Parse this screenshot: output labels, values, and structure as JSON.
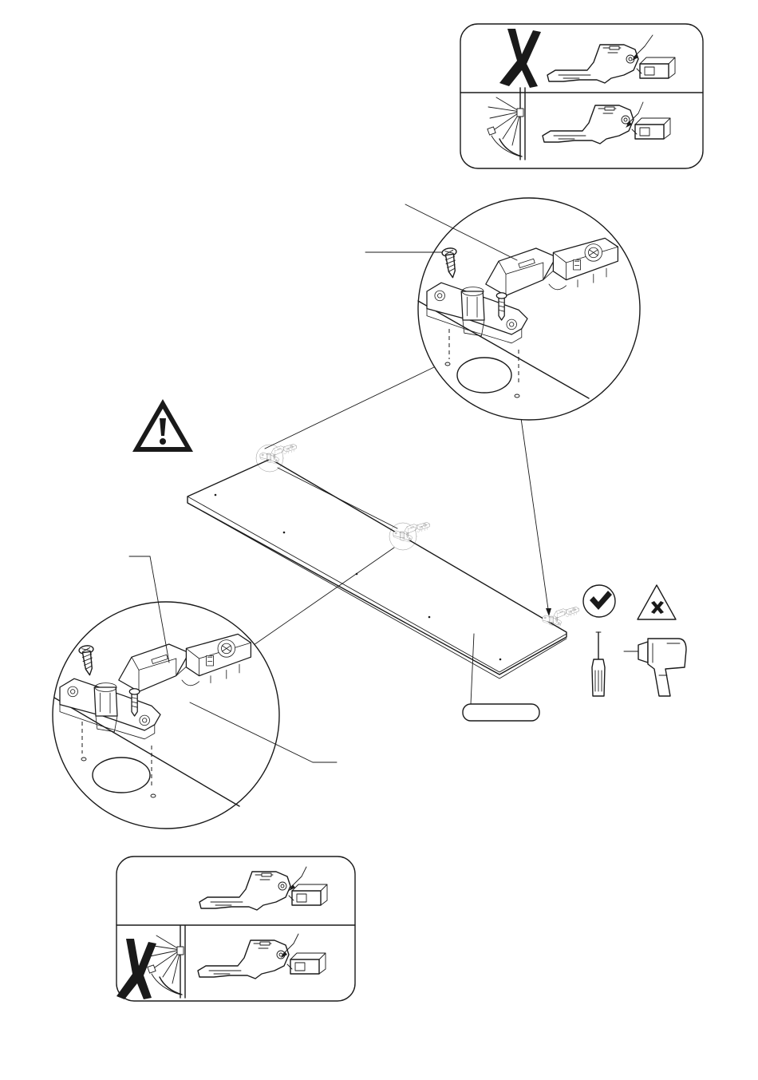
{
  "document": {
    "type": "assembly-instruction-step",
    "text_blocks": []
  },
  "callouts": {
    "panel_label": ""
  },
  "icons": {
    "warning": "warning-triangle-icon",
    "allowed": "check-icon",
    "not_allowed": "cross-triangle-icon",
    "wrong": "large-x-icon",
    "tool_manual": "screwdriver-icon",
    "tool_power": "power-drill-icon",
    "part": "concealed-hinge",
    "fastener": "wood-screw"
  },
  "colors": {
    "ink": "#1a1a1a",
    "paper": "#ffffff"
  }
}
